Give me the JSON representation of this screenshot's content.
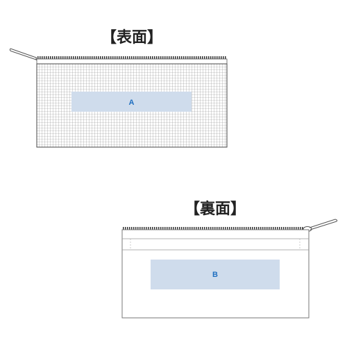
{
  "front": {
    "title": "【表面】",
    "print_area_label": "A"
  },
  "back": {
    "title": "【裏面】",
    "print_area_label": "B"
  },
  "colors": {
    "outline": "#555555",
    "grid": "#8a8a8a",
    "print_area_fill": "#cfdcec",
    "print_area_text": "#1f6fc0",
    "zipper": "#333333"
  }
}
